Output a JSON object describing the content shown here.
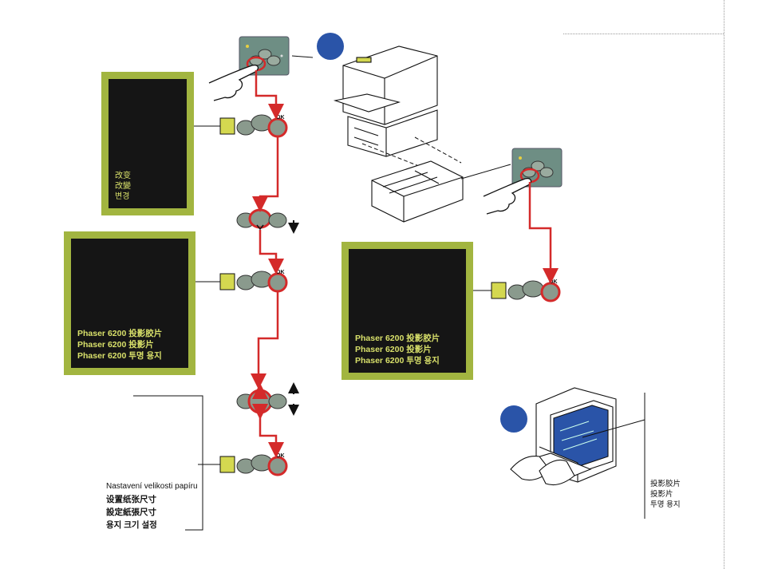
{
  "colors": {
    "lcd_border": "#a2b540",
    "lcd_screen": "#151515",
    "lcd_text": "#d8e06a",
    "flow_arrow": "#d42a2a",
    "button_gray": "#8a9a8d",
    "step_badge": "#2a54a8"
  },
  "icons": [
    "hand-pointing-icon",
    "printer-icon",
    "paper-tray-icon",
    "computer-user-icon",
    "control-panel-icon",
    "ok-button-icon",
    "down-arrow-icon",
    "up-down-arrow-icon"
  ],
  "buttons": {
    "ok_label": "OK"
  },
  "lcd_change": {
    "lines": [
      "改变",
      "改變",
      "변경"
    ]
  },
  "lcd_transparency_left": {
    "lines": [
      "Phaser 6200 投影胶片",
      "Phaser 6200 投影片",
      "Phaser 6200 투명 용지"
    ]
  },
  "lcd_transparency_right": {
    "lines": [
      "Phaser 6200 投影胶片",
      "Phaser 6200 投影片",
      "Phaser 6200 투명 용지"
    ]
  },
  "caption_paper_size": {
    "lines": [
      "Nastavení velikosti papíru",
      "设置纸张尺寸",
      "設定紙張尺寸",
      "용지 크기 설정"
    ]
  },
  "caption_driver": {
    "lines": [
      "投影胶片",
      "投影片",
      "투명 용지"
    ]
  }
}
